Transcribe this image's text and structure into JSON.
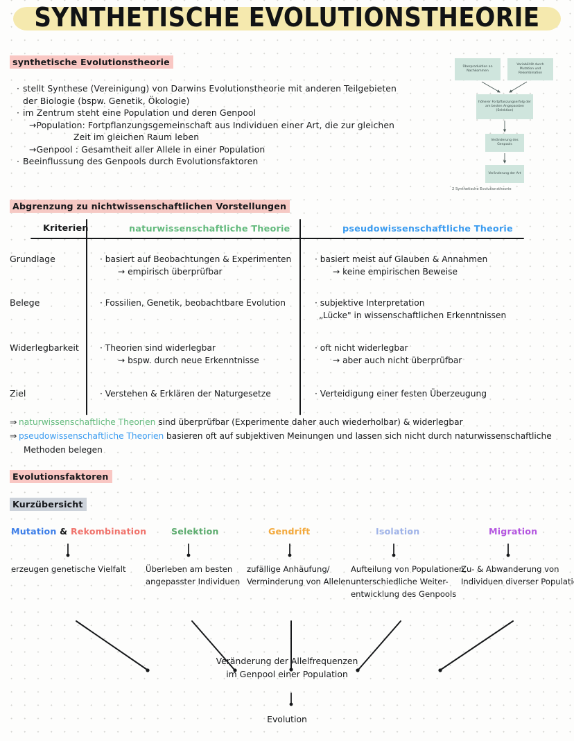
{
  "title": "SYNTHETISCHE EVOLUTIONSTHEORIE",
  "sections": {
    "intro_head": "synthetische Evolutionstheorie",
    "delimit_head": "Abgrenzung zu nichtwissenschaftlichen Vorstellungen",
    "factors_head": "Evolutionsfaktoren",
    "overview_head": "Kurzübersicht"
  },
  "intro": {
    "lines": [
      {
        "marker": "bullet",
        "text": "stellt Synthese (Vereinigung) von Darwins Evolutionstheorie mit anderen Teilgebieten"
      },
      {
        "marker": "none",
        "text": "der Biologie (bspw. Genetik, Ökologie)"
      },
      {
        "marker": "bullet",
        "text": "im Zentrum steht eine Population und deren Genpool"
      },
      {
        "marker": "arrow",
        "text": "Population: Fortpflanzungsgemeinschaft aus Individuen einer Art, die zur gleichen"
      },
      {
        "marker": "none",
        "text": "Zeit im gleichen Raum leben"
      },
      {
        "marker": "arrow",
        "text": "Genpool : Gesamtheit aller Allele in einer Population"
      },
      {
        "marker": "bullet",
        "text": "Beeinflussung des Genpools durch Evolutionsfaktoren"
      }
    ]
  },
  "figure": {
    "caption": "2   Synthetische Evolutionstheorie",
    "boxes": [
      {
        "text": "Überproduktion an Nachkommen"
      },
      {
        "text": "Variabilität durch Mutation und Rekombination"
      },
      {
        "text": "höherer Fortpflanzungserfolg der am besten Angepassten (Selektion)"
      },
      {
        "text": "Veränderung des Genpools"
      },
      {
        "text": "Veränderung der Art"
      }
    ]
  },
  "table": {
    "headers": [
      "Kriterien",
      "naturwissenschaftliche Theorie",
      "pseudowissenschaftliche Theorie"
    ],
    "rows": [
      {
        "criterion": "Grundlage",
        "science": [
          "· basiert auf Beobachtungen & Experimenten",
          "→ empirisch überprüfbar"
        ],
        "pseudo": [
          "· basiert meist auf Glauben & Annahmen",
          "→ keine empirischen Beweise"
        ]
      },
      {
        "criterion": "Belege",
        "science": [
          "· Fossilien, Genetik, beobachtbare Evolution"
        ],
        "pseudo": [
          "· subjektive Interpretation",
          "„Lücke\" in wissenschaftlichen Erkenntnissen"
        ]
      },
      {
        "criterion": "Widerlegbarkeit",
        "science": [
          "· Theorien sind widerlegbar",
          "→ bspw. durch neue Erkenntnisse"
        ],
        "pseudo": [
          "· oft nicht widerlegbar",
          "→ aber auch nicht überprüfbar"
        ]
      },
      {
        "criterion": "Ziel",
        "science": [
          "· Verstehen & Erklären der Naturgesetze"
        ],
        "pseudo": [
          "· Verteidigung einer festen Überzeugung"
        ]
      }
    ]
  },
  "conclusions": [
    {
      "highlight": "naturwissenschaftliche Theorien",
      "highlight_color": "#63ba7d",
      "rest": " sind überprüfbar (Experimente daher auch wiederholbar) & widerlegbar",
      "second_line": ""
    },
    {
      "highlight": "pseudowissenschaftliche Theorien",
      "highlight_color": "#3b9cf0",
      "rest": " basieren oft auf subjektiven Meinungen und lassen sich nicht durch naturwissenschaftliche",
      "second_line": "Methoden belegen"
    }
  ],
  "factors": [
    {
      "head_parts": [
        {
          "text": "Mutation",
          "color": "#3b7de8"
        },
        {
          "text": " & ",
          "color": "#16181a"
        },
        {
          "text": "Rekombination",
          "color": "#f0726b"
        }
      ],
      "desc": [
        "erzeugen genetische Vielfalt"
      ]
    },
    {
      "head_parts": [
        {
          "text": "Selektion",
          "color": "#5cab6e"
        }
      ],
      "desc": [
        "Überleben am besten",
        "angepasster Individuen"
      ]
    },
    {
      "head_parts": [
        {
          "text": "Gendrift",
          "color": "#f3a93c"
        }
      ],
      "desc": [
        "zufällige Anhäufung/",
        "Verminderung von Allelen"
      ]
    },
    {
      "head_parts": [
        {
          "text": "Isolation",
          "color": "#9fb3e8"
        }
      ],
      "desc": [
        "Aufteilung von Populationen,",
        "unterschiedliche Weiter-",
        "entwicklung des Genpools"
      ]
    },
    {
      "head_parts": [
        {
          "text": "Migration",
          "color": "#b457e0"
        }
      ],
      "desc": [
        "Zu- & Abwanderung von",
        "Individuen diverser Populationen"
      ]
    }
  ],
  "result": {
    "line1": "Veränderung der Allelfrequenzen",
    "line2": "im Genpool einer Population",
    "final": "Evolution"
  },
  "colors": {
    "title_highlight": "#f5e9ae",
    "pink_highlight": "#f9c7c3",
    "grey_highlight": "#ccd2da",
    "figure_box": "#cfe5dd",
    "ink": "#16181a"
  }
}
